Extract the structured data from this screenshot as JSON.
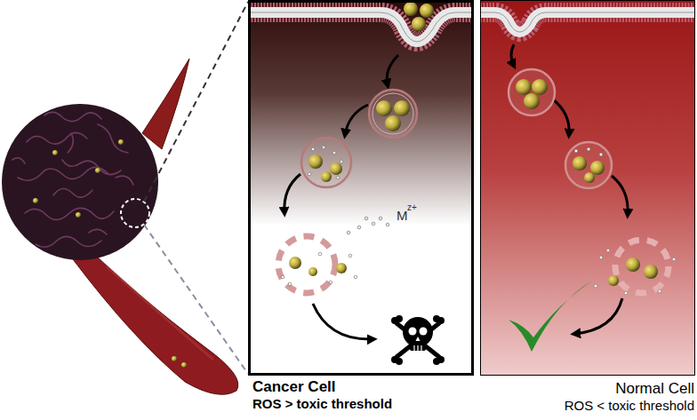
{
  "diagram": {
    "nodes": [
      {
        "text": [
          "Cancer Cell",
          "ROS > toxic threshold"
        ]
      },
      {
        "text": [
          "Normal Cell",
          "ROS < toxic threshold"
        ]
      }
    ],
    "labels": [
      "M",
      "z+"
    ]
  }
}
